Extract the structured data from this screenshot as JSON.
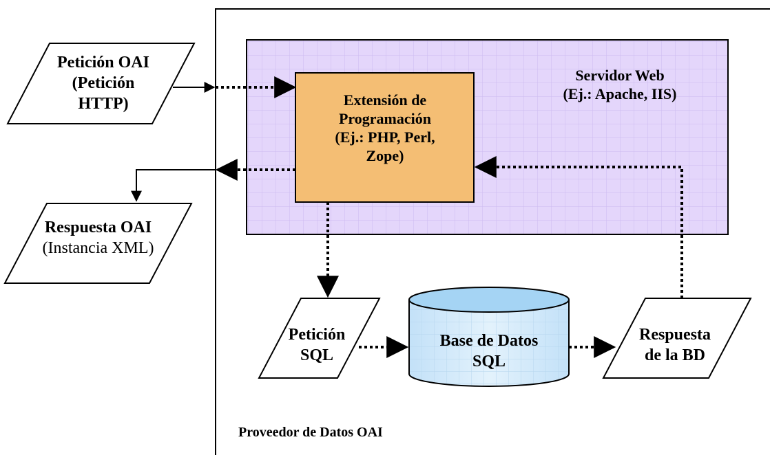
{
  "colors": {
    "web_server_fill": "#e4d6fb",
    "web_server_grid": "#d0bff0",
    "extension_fill": "#f4be74",
    "database_fill": "#d8ecfa",
    "database_top": "#a5d4f4",
    "stroke": "#000000"
  },
  "labels": {
    "oai_request": "Petición OAI\n(Petición\nHTTP)",
    "oai_response_title": "Respuesta OAI",
    "oai_response_sub": "(Instancia XML)",
    "web_server": "Servidor Web\n(Ej.: Apache, IIS)",
    "extension": "Extensión de\nProgramación\n(Ej.: PHP, Perl,\nZope)",
    "sql_request": "Petición\nSQL",
    "database": "Base de Datos\nSQL",
    "db_response": "Respuesta\nde la BD",
    "provider": "Proveedor de Datos OAI"
  }
}
